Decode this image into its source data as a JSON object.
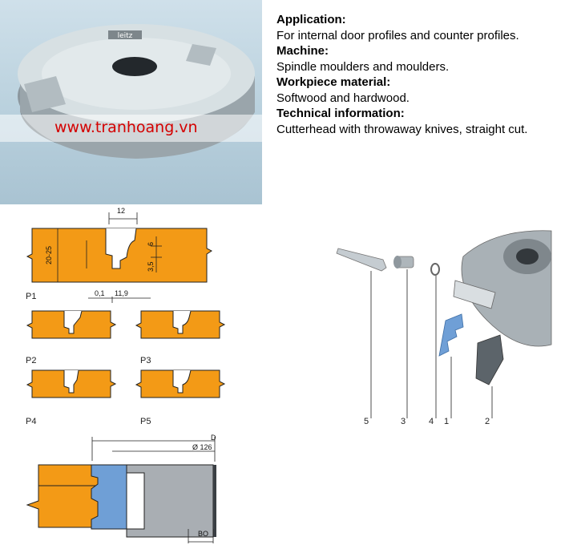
{
  "watermark": "www.tranhoang.vn",
  "brand": "leitz",
  "info": {
    "application_label": "Application:",
    "application_text": "For internal door profiles and counter profiles.",
    "machine_label": "Machine:",
    "machine_text": "Spindle moulders and moulders.",
    "workpiece_label": "Workpiece material:",
    "workpiece_text": "Softwood and hardwood.",
    "technical_label": "Technical information:",
    "technical_text": "Cutterhead with throwaway knives, straight cut."
  },
  "profiles": {
    "p1": "P1",
    "p2": "P2",
    "p3": "P3",
    "p4": "P4",
    "p5": "P5",
    "dim_12": "12",
    "dim_20_25": "20-25",
    "dim_6": "6",
    "dim_3_5": "3,5",
    "dim_0_1": "0,1",
    "dim_11_9": "11,9"
  },
  "section": {
    "dim_D": "D",
    "dim_126": "Ø 126",
    "dim_BO": "BO"
  },
  "parts": {
    "p5": "5",
    "p3": "3",
    "p4": "4",
    "p1": "1",
    "p2": "2"
  },
  "colors": {
    "wood": "#f39a16",
    "cutter": "#a9aeb3",
    "knife_blue": "#6f9fd6",
    "watermark_red": "#d40000"
  }
}
